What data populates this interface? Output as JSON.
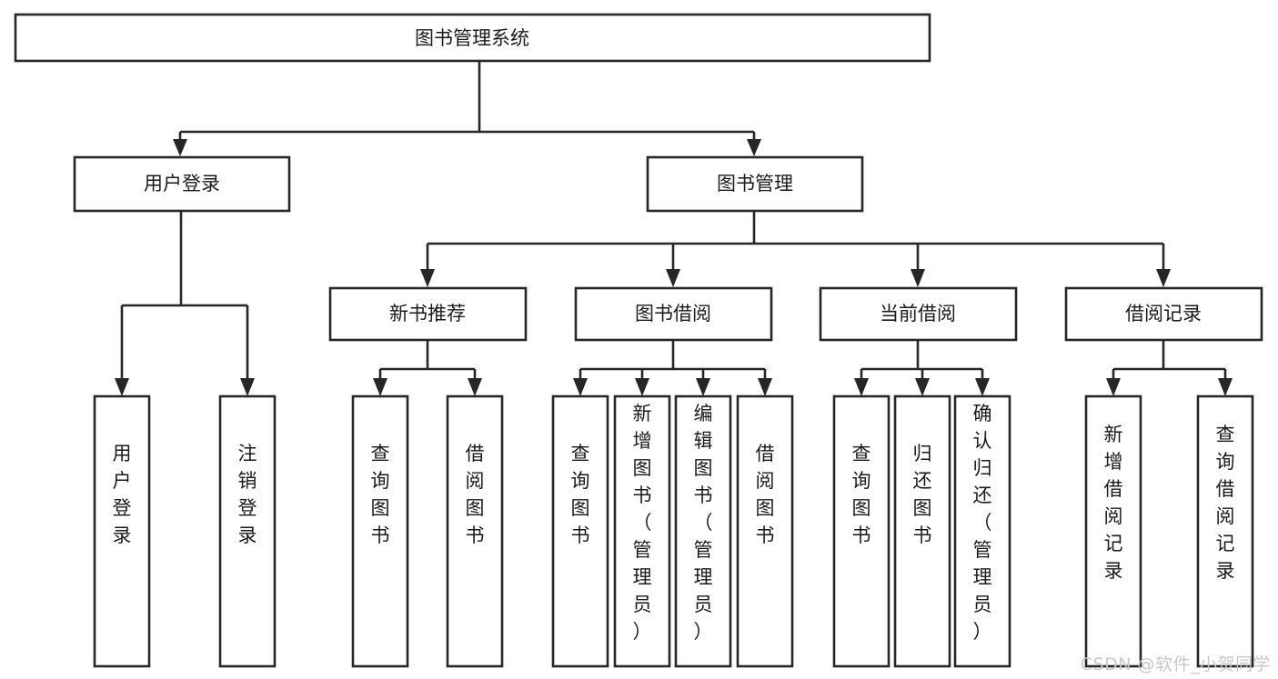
{
  "diagram": {
    "title": "图书管理系统",
    "type": "tree-hierarchy-flowchart",
    "colors": {
      "stroke": "#262626",
      "fill": "#ffffff",
      "text": "#1a1a1a",
      "watermark": "#c9c9c9"
    },
    "root": {
      "label": "图书管理系统"
    },
    "level1": [
      {
        "label": "用户登录"
      },
      {
        "label": "图书管理"
      }
    ],
    "level2": [
      {
        "label": "新书推荐"
      },
      {
        "label": "图书借阅"
      },
      {
        "label": "当前借阅"
      },
      {
        "label": "借阅记录"
      }
    ],
    "leaves_user_login": [
      {
        "label": "用户登录"
      },
      {
        "label": "注销登录"
      }
    ],
    "leaves_new_book": [
      {
        "label": "查询图书"
      },
      {
        "label": "借阅图书"
      }
    ],
    "leaves_borrow": [
      {
        "label": "查询图书"
      },
      {
        "label": "新增图书（管理员）"
      },
      {
        "label": "编辑图书（管理员）"
      },
      {
        "label": "借阅图书"
      }
    ],
    "leaves_current": [
      {
        "label": "查询图书"
      },
      {
        "label": "归还图书"
      },
      {
        "label": "确认归还（管理员）"
      }
    ],
    "leaves_record": [
      {
        "label": "新增借阅记录"
      },
      {
        "label": "查询借阅记录"
      }
    ]
  },
  "watermark": {
    "text": "CSDN @软件_小贺同学"
  }
}
